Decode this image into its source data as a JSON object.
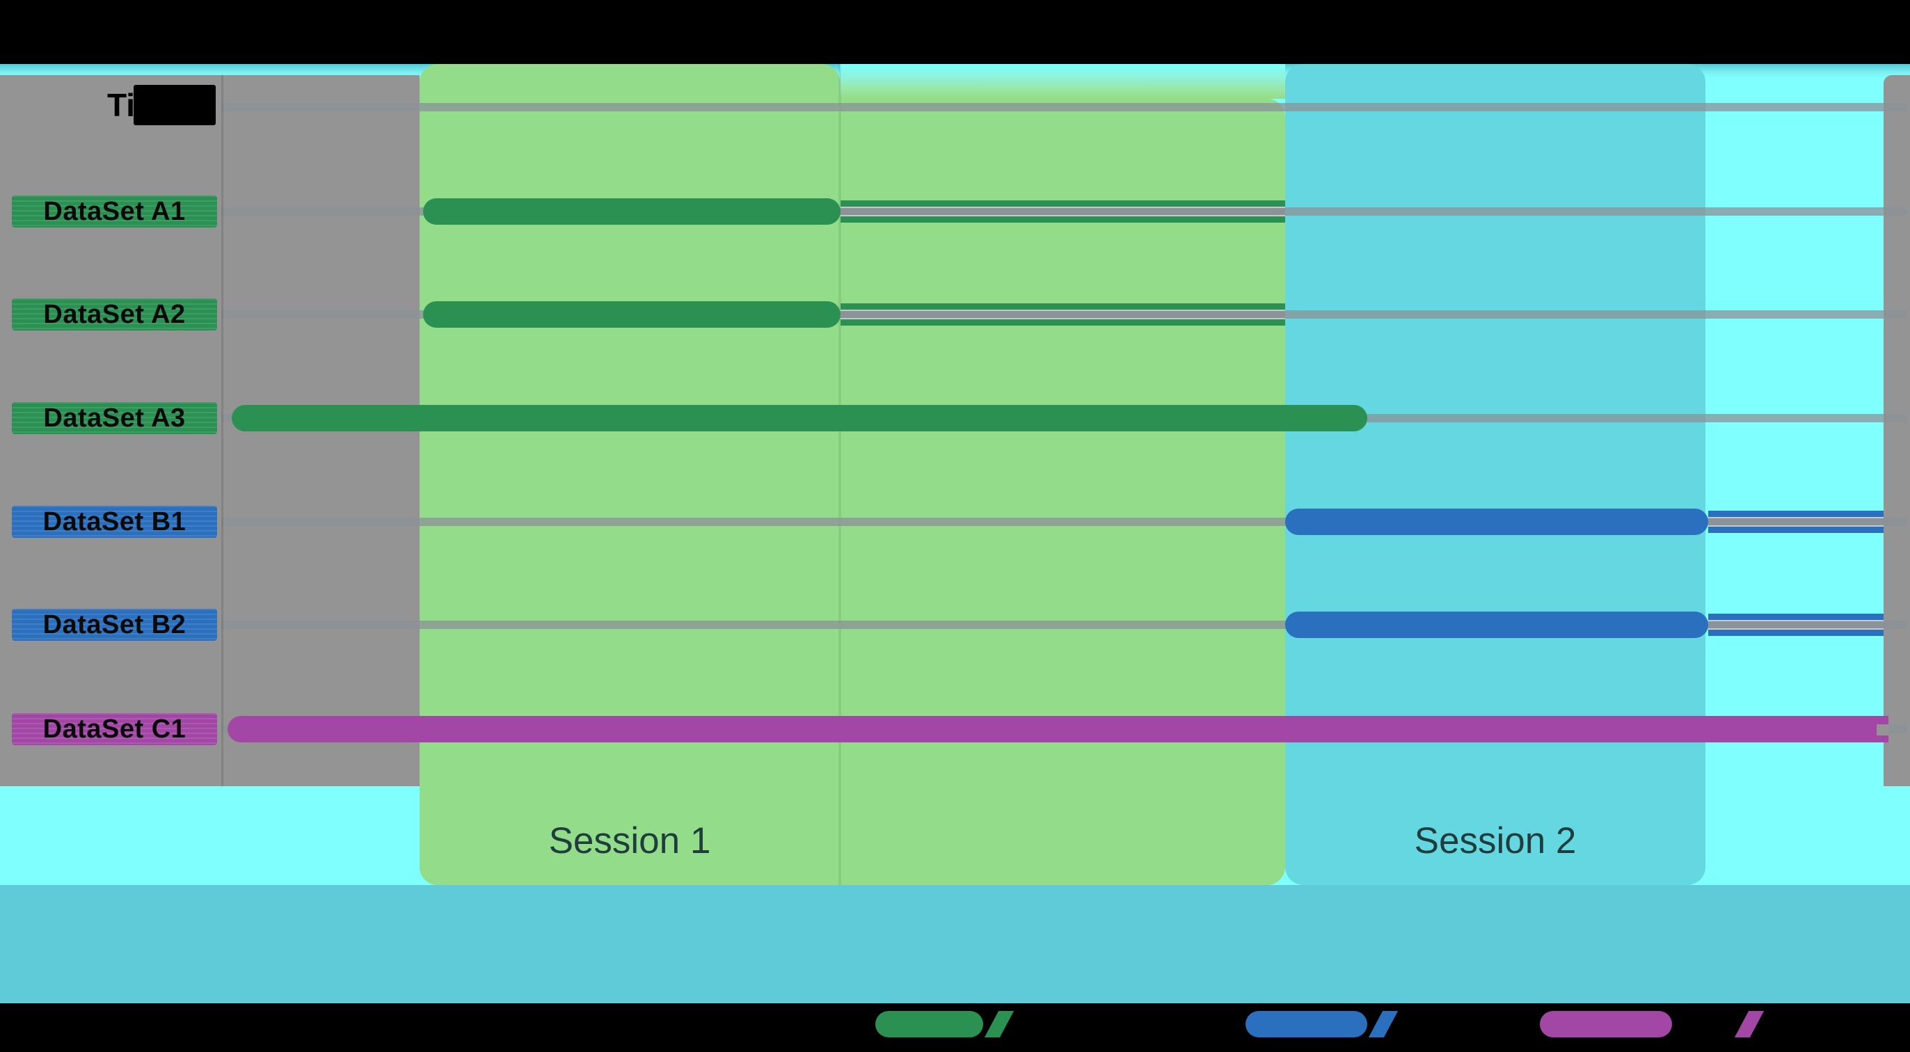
{
  "figure": {
    "description": "Session timeline chart",
    "time_header_redacted": true,
    "legend_labels_hidden": true
  },
  "colors": {
    "background_black": "#000000",
    "bright_cyan_bg": "#7FFFFE",
    "plot_gray": "#949494",
    "session1_green": "#92DC8A",
    "session2_cyan": "#64D7E0",
    "bottom_band_cyan": "#5FCBD8",
    "bar_green": "#2B9152",
    "bar_blue": "#2A70BE",
    "bar_magenta": "#A347A6",
    "gridline_gray": "#8B9298"
  },
  "chart_data": {
    "type": "timeline",
    "title": "",
    "x_axis": {
      "label": "Time",
      "tick_labels_visible": false,
      "range_fraction": [
        0,
        1
      ]
    },
    "grid": "horizontal-row-lines",
    "legend_position": "bottom",
    "rows": [
      {
        "label": "DataSet A1",
        "color": "#2B9152",
        "bar": [
          0.1195,
          0.3667
        ],
        "tail_end": 0.63
      },
      {
        "label": "DataSet A2",
        "color": "#2B9152",
        "bar": [
          0.1195,
          0.3667
        ],
        "tail_end": 0.63
      },
      {
        "label": "DataSet A3",
        "color": "#2B9152",
        "bar": [
          0.0062,
          0.6786
        ]
      },
      {
        "label": "DataSet B1",
        "color": "#2A70BE",
        "bar": [
          0.63,
          0.8805
        ],
        "tail_end": 0.9843
      },
      {
        "label": "DataSet B2",
        "color": "#2A70BE",
        "bar": [
          0.63,
          0.8805
        ],
        "tail_end": 0.9843
      },
      {
        "label": "DataSet C1",
        "color": "#A347A6",
        "bar": [
          0.0037,
          0.9872
        ],
        "square_right_end": true
      }
    ],
    "sessions": [
      {
        "label": "Session 1",
        "span": [
          0.1174,
          0.63
        ],
        "label_span": [
          0.1174,
          0.3663
        ],
        "color": "#92DC8A"
      },
      {
        "label": "Session 2",
        "span": [
          0.63,
          0.8789
        ],
        "color": "#64D7E0"
      }
    ],
    "legend": [
      {
        "label": "",
        "redacted": true,
        "color": "#2B9152",
        "series": "DataSet A (green)"
      },
      {
        "label": "",
        "redacted": true,
        "color": "#2A70BE",
        "series": "DataSet B (blue)"
      },
      {
        "label": "",
        "redacted": true,
        "color": "#A347A6",
        "series": "DataSet C (magenta)"
      }
    ]
  }
}
